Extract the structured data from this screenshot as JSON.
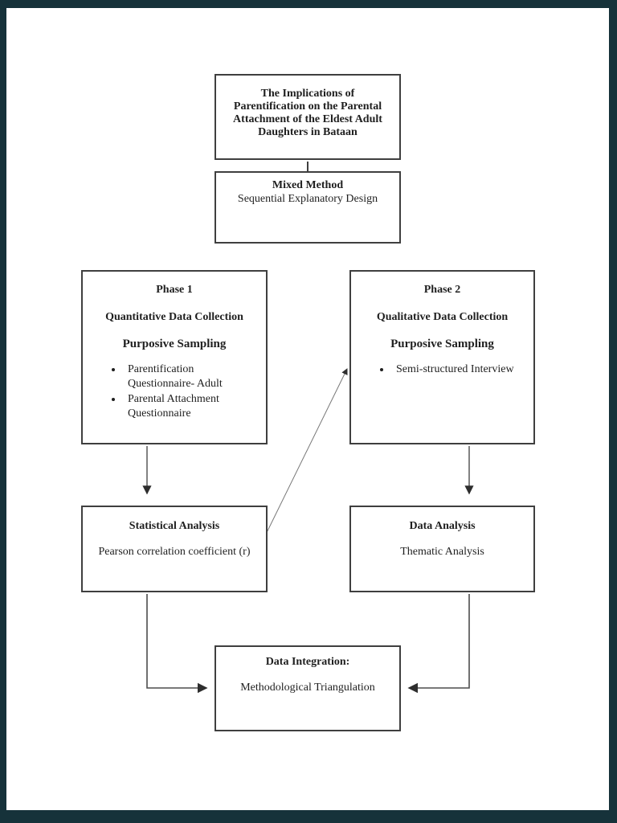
{
  "page": {
    "background_color": "#ffffff",
    "frame_color": "#16323a",
    "box_border_color": "#3f3f3f",
    "text_color": "#1f1f1f",
    "connector_color": "#4d4d4d"
  },
  "diagram": {
    "title_box": {
      "lines": [
        "The Implications of",
        "Parentification on the Parental",
        "Attachment of the Eldest Adult",
        "Daughters in Bataan"
      ]
    },
    "method_box": {
      "heading": "Mixed Method",
      "body": "Sequential Explanatory Design"
    },
    "phase1_box": {
      "heading": "Phase 1",
      "subheading": "Quantitative Data Collection",
      "sampling": "Purposive Sampling",
      "bullets": [
        "Parentification Questionnaire- Adult",
        "Parental Attachment Questionnaire"
      ]
    },
    "phase2_box": {
      "heading": "Phase 2",
      "subheading": "Qualitative Data Collection",
      "sampling": "Purposive Sampling",
      "bullets": [
        "Semi-structured Interview"
      ]
    },
    "statistical_analysis_box": {
      "heading": "Statistical Analysis",
      "body": "Pearson correlation coefficient (r)"
    },
    "data_analysis_box": {
      "heading": "Data Analysis",
      "body": "Thematic Analysis"
    },
    "integration_box": {
      "heading": "Data Integration:",
      "body": "Methodological Triangulation"
    }
  }
}
